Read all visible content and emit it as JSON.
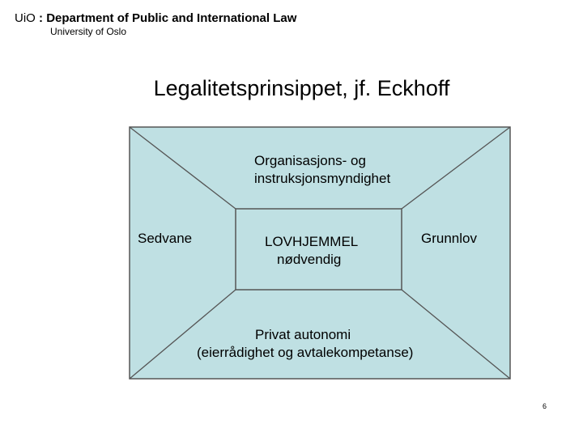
{
  "header": {
    "logo_text": "UiO",
    "department": "Department of Public and International Law",
    "university": "University of Oslo"
  },
  "title": "Legalitetsprinsippet, jf. Eckhoff",
  "diagram": {
    "top_label_line1": "Organisasjons- og",
    "top_label_line2": "instruksjonsmyndighet",
    "left_label": "Sedvane",
    "right_label": "Grunnlov",
    "center_label_line1": "LOVHJEMMEL",
    "center_label_line2": "nødvendig",
    "bottom_label_line1": "Privat autonomi",
    "bottom_label_line2": "(eierrådighet og avtalekompetanse)",
    "fill_color": "#bfe0e3",
    "border_color": "#555555"
  },
  "page_number": "6"
}
